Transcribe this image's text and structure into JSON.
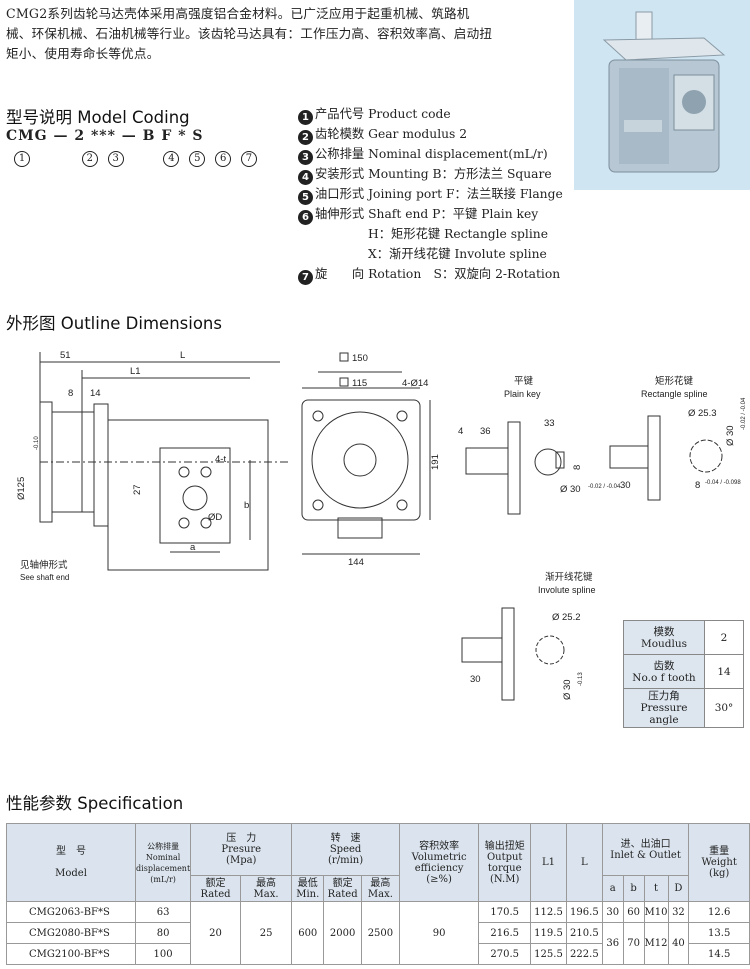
{
  "intro": {
    "line1": "CMG2系列齿轮马达壳体采用高强度铝合金材料。已广泛应用于起重机械、筑路机",
    "line2": "械、环保机械、石油机械等行业。该齿轮马达具有：工作压力高、容积效率高、启动扭",
    "line3": "矩小、使用寿命长等优点。"
  },
  "coding": {
    "title": "型号说明  Model Coding",
    "code": "CMG — 2 *** — B F * S",
    "nums": [
      "1",
      "2",
      "3",
      "4",
      "5",
      "6",
      "7"
    ],
    "items": [
      {
        "n": "1",
        "cn": "产品代号",
        "en": "Product code"
      },
      {
        "n": "2",
        "cn": "齿轮模数",
        "en": "Gear modulus 2"
      },
      {
        "n": "3",
        "cn": "公称排量",
        "en": "Nominal displacement(mL/r)"
      },
      {
        "n": "4",
        "cn": "安装形式",
        "en": "Mounting B：方形法兰 Square"
      },
      {
        "n": "5",
        "cn": "油口形式",
        "en": "Joining port F：法兰联接 Flange"
      },
      {
        "n": "6",
        "cn": "轴伸形式",
        "en": "Shaft end P：平键 Plain key"
      },
      {
        "n": "",
        "cn": "",
        "en": "H：矩形花键 Rectangle spline"
      },
      {
        "n": "",
        "cn": "",
        "en": "X：渐开线花键 Involute spline"
      },
      {
        "n": "7",
        "cn": "旋　　向",
        "en": "Rotation　S：双旋向 2-Rotation"
      }
    ]
  },
  "outline": {
    "title": "外形图  Outline Dimensions",
    "labels": {
      "d51": "51",
      "L": "L",
      "L1": "L1",
      "d8": "8",
      "d14": "14",
      "d125": "Ø125",
      "tol125": "-0.10",
      "d27": "27",
      "t4": "4-t",
      "b": "b",
      "a": "a",
      "phiD": "ØD",
      "shaft_cn": "见轴伸形式",
      "shaft_en": "See shaft end",
      "sq150": "150",
      "sq115": "115",
      "holes": "4-Ø14",
      "d191": "191",
      "d144": "144",
      "plain_cn": "平键",
      "plain_en": "Plain key",
      "d4": "4",
      "d36": "36",
      "d33": "33",
      "d8k": "8",
      "d30a": "Ø 30",
      "tol30a": "-0.02 / -0.04",
      "rect_cn": "矩形花键",
      "rect_en": "Rectangle spline",
      "d253": "Ø 25.3",
      "d30r": "Ø 30",
      "tol30r": "-0.02 / -0.04",
      "d30len": "30",
      "d8r": "8",
      "tol8r": "-0.04 / -0.098",
      "inv_cn": "渐开线花键",
      "inv_en": "Involute spline",
      "d252": "Ø 25.2",
      "d30i": "Ø 30",
      "tol30i": "-0.13",
      "d30ilen": "30"
    },
    "spline_table": [
      {
        "cn": "模数",
        "en": "Moudlus",
        "value": "2"
      },
      {
        "cn": "齿数",
        "en": "No.o f tooth",
        "value": "14"
      },
      {
        "cn": "压力角",
        "en": "Pressure angle",
        "value": "30°"
      }
    ]
  },
  "spec": {
    "title": "性能参数  Specification",
    "headers": {
      "model_cn": "型　号",
      "model_en": "Model",
      "disp_cn": "公称排量",
      "disp_en1": "Nominal",
      "disp_en2": "displacement",
      "disp_unit": "(mL/r)",
      "press_cn": "压　力",
      "press_en": "Presure",
      "press_unit": "(Mpa)",
      "rated_cn": "额定",
      "rated_en": "Rated",
      "max_cn": "最高",
      "max_en": "Max.",
      "speed_cn": "转　速",
      "speed_en": "Speed",
      "speed_unit": "(r/min)",
      "min_cn": "最低",
      "min_en": "Min.",
      "eff_cn": "容积效率",
      "eff_en1": "Volumetric",
      "eff_en2": "efficiency",
      "eff_unit": "(≥%)",
      "torque_cn": "输出扭矩",
      "torque_en1": "Output",
      "torque_en2": "torque",
      "torque_unit": "(N.M)",
      "L1": "L1",
      "L": "L",
      "port_cn": "进、出油口",
      "port_en": "Inlet & Outlet",
      "a": "a",
      "b": "b",
      "t": "t",
      "D": "D",
      "weight_cn": "重量",
      "weight_en": "Weight",
      "weight_unit": "(kg)"
    },
    "rows": [
      {
        "model": "CMG2063-BF*S",
        "disp": "63",
        "torque": "170.5",
        "L1": "112.5",
        "L": "196.5",
        "a": "30",
        "b": "60",
        "t": "M10",
        "D": "32",
        "weight": "12.6"
      },
      {
        "model": "CMG2080-BF*S",
        "disp": "80",
        "torque": "216.5",
        "L1": "119.5",
        "L": "210.5",
        "a": "",
        "b": "",
        "t": "",
        "D": "",
        "weight": "13.5"
      },
      {
        "model": "CMG2100-BF*S",
        "disp": "100",
        "torque": "270.5",
        "L1": "125.5",
        "L": "222.5",
        "a": "",
        "b": "",
        "t": "",
        "D": "",
        "weight": "14.5"
      }
    ],
    "shared": {
      "rated": "20",
      "max_p": "25",
      "min_s": "600",
      "rated_s": "2000",
      "max_s": "2500",
      "eff": "90",
      "a2": "36",
      "b2": "70",
      "t2": "M12",
      "D2": "40"
    }
  }
}
